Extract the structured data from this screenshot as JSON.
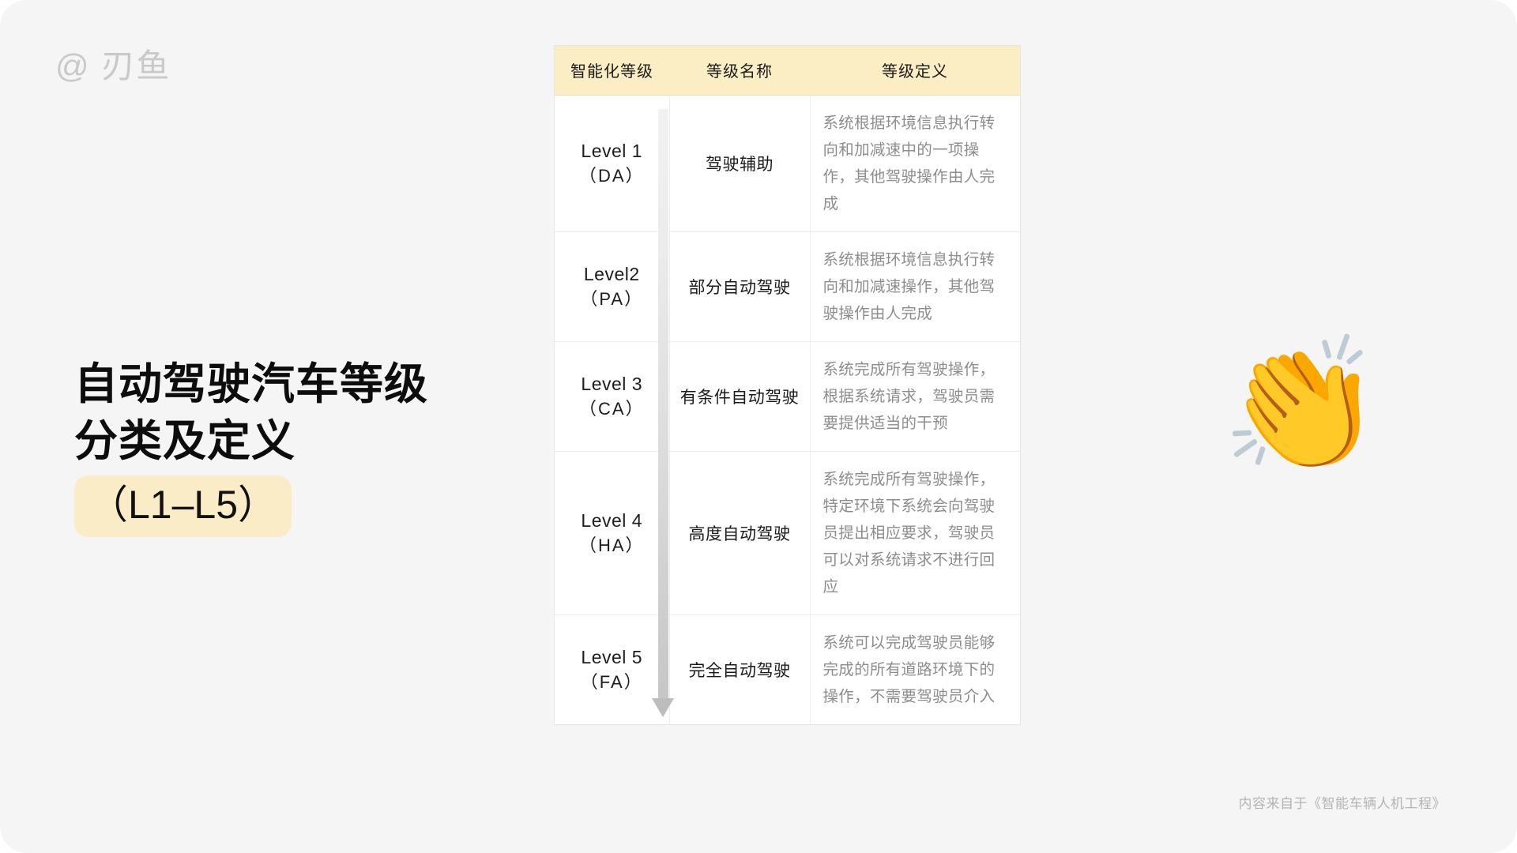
{
  "watermark": "@ 刃鱼",
  "title": {
    "line1": "自动驾驶汽车等级",
    "line2": "分类及定义",
    "pill": "（L1–L5）"
  },
  "emoji": {
    "clap": "👏",
    "name": "clapping-hands-emoji"
  },
  "footer": {
    "credit": "内容来自于《智能车辆人机工程》"
  },
  "table": {
    "headers": [
      "智能化等级",
      "等级名称",
      "等级定义"
    ],
    "rows": [
      {
        "level": "Level 1",
        "abbr": "（DA）",
        "name": "驾驶辅助",
        "definition": "系统根据环境信息执行转向和加减速中的一项操作，其他驾驶操作由人完成"
      },
      {
        "level": "Level2",
        "abbr": "（PA）",
        "name": "部分自动驾驶",
        "definition": "系统根据环境信息执行转向和加减速操作，其他驾驶操作由人完成"
      },
      {
        "level": "Level 3",
        "abbr": "（CA）",
        "name": "有条件自动驾驶",
        "definition": "系统完成所有驾驶操作，根据系统请求，驾驶员需要提供适当的干预"
      },
      {
        "level": "Level 4",
        "abbr": "（HA）",
        "name": "高度自动驾驶",
        "definition": "系统完成所有驾驶操作，特定环境下系统会向驾驶员提出相应要求，驾驶员可以对系统请求不进行回应"
      },
      {
        "level": "Level 5",
        "abbr": "（FA）",
        "name": "完全自动驾驶",
        "definition": "系统可以完成驾驶员能够完成的所有道路环境下的操作，不需要驾驶员介入"
      }
    ]
  },
  "colors": {
    "background": "#f5f5f5",
    "header_band": "#fbeec4",
    "pill_highlight": "#faecc6",
    "definition_text": "#8d8d8d",
    "arrow": "#c6c6c6"
  }
}
